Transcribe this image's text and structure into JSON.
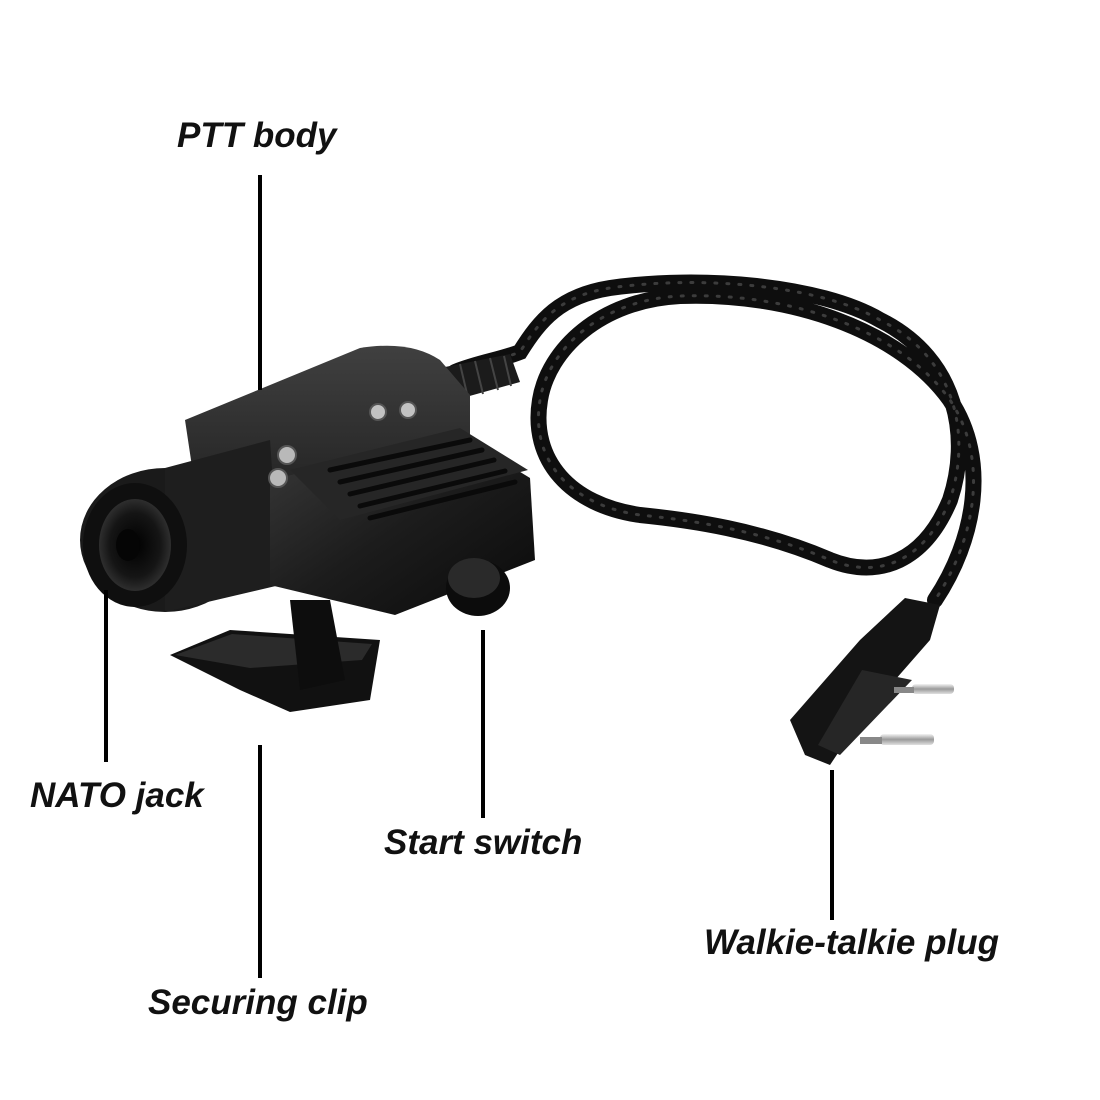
{
  "labels": {
    "ptt_body": "PTT body",
    "nato_jack": "NATO jack",
    "start_switch": "Start switch",
    "securing_clip": "Securing clip",
    "walkie_talkie_plug": "Walkie-talkie plug"
  },
  "colors": {
    "text": "#111111",
    "leader_line": "#000000",
    "device_body": "#1a1a1a",
    "background": "#ffffff"
  }
}
